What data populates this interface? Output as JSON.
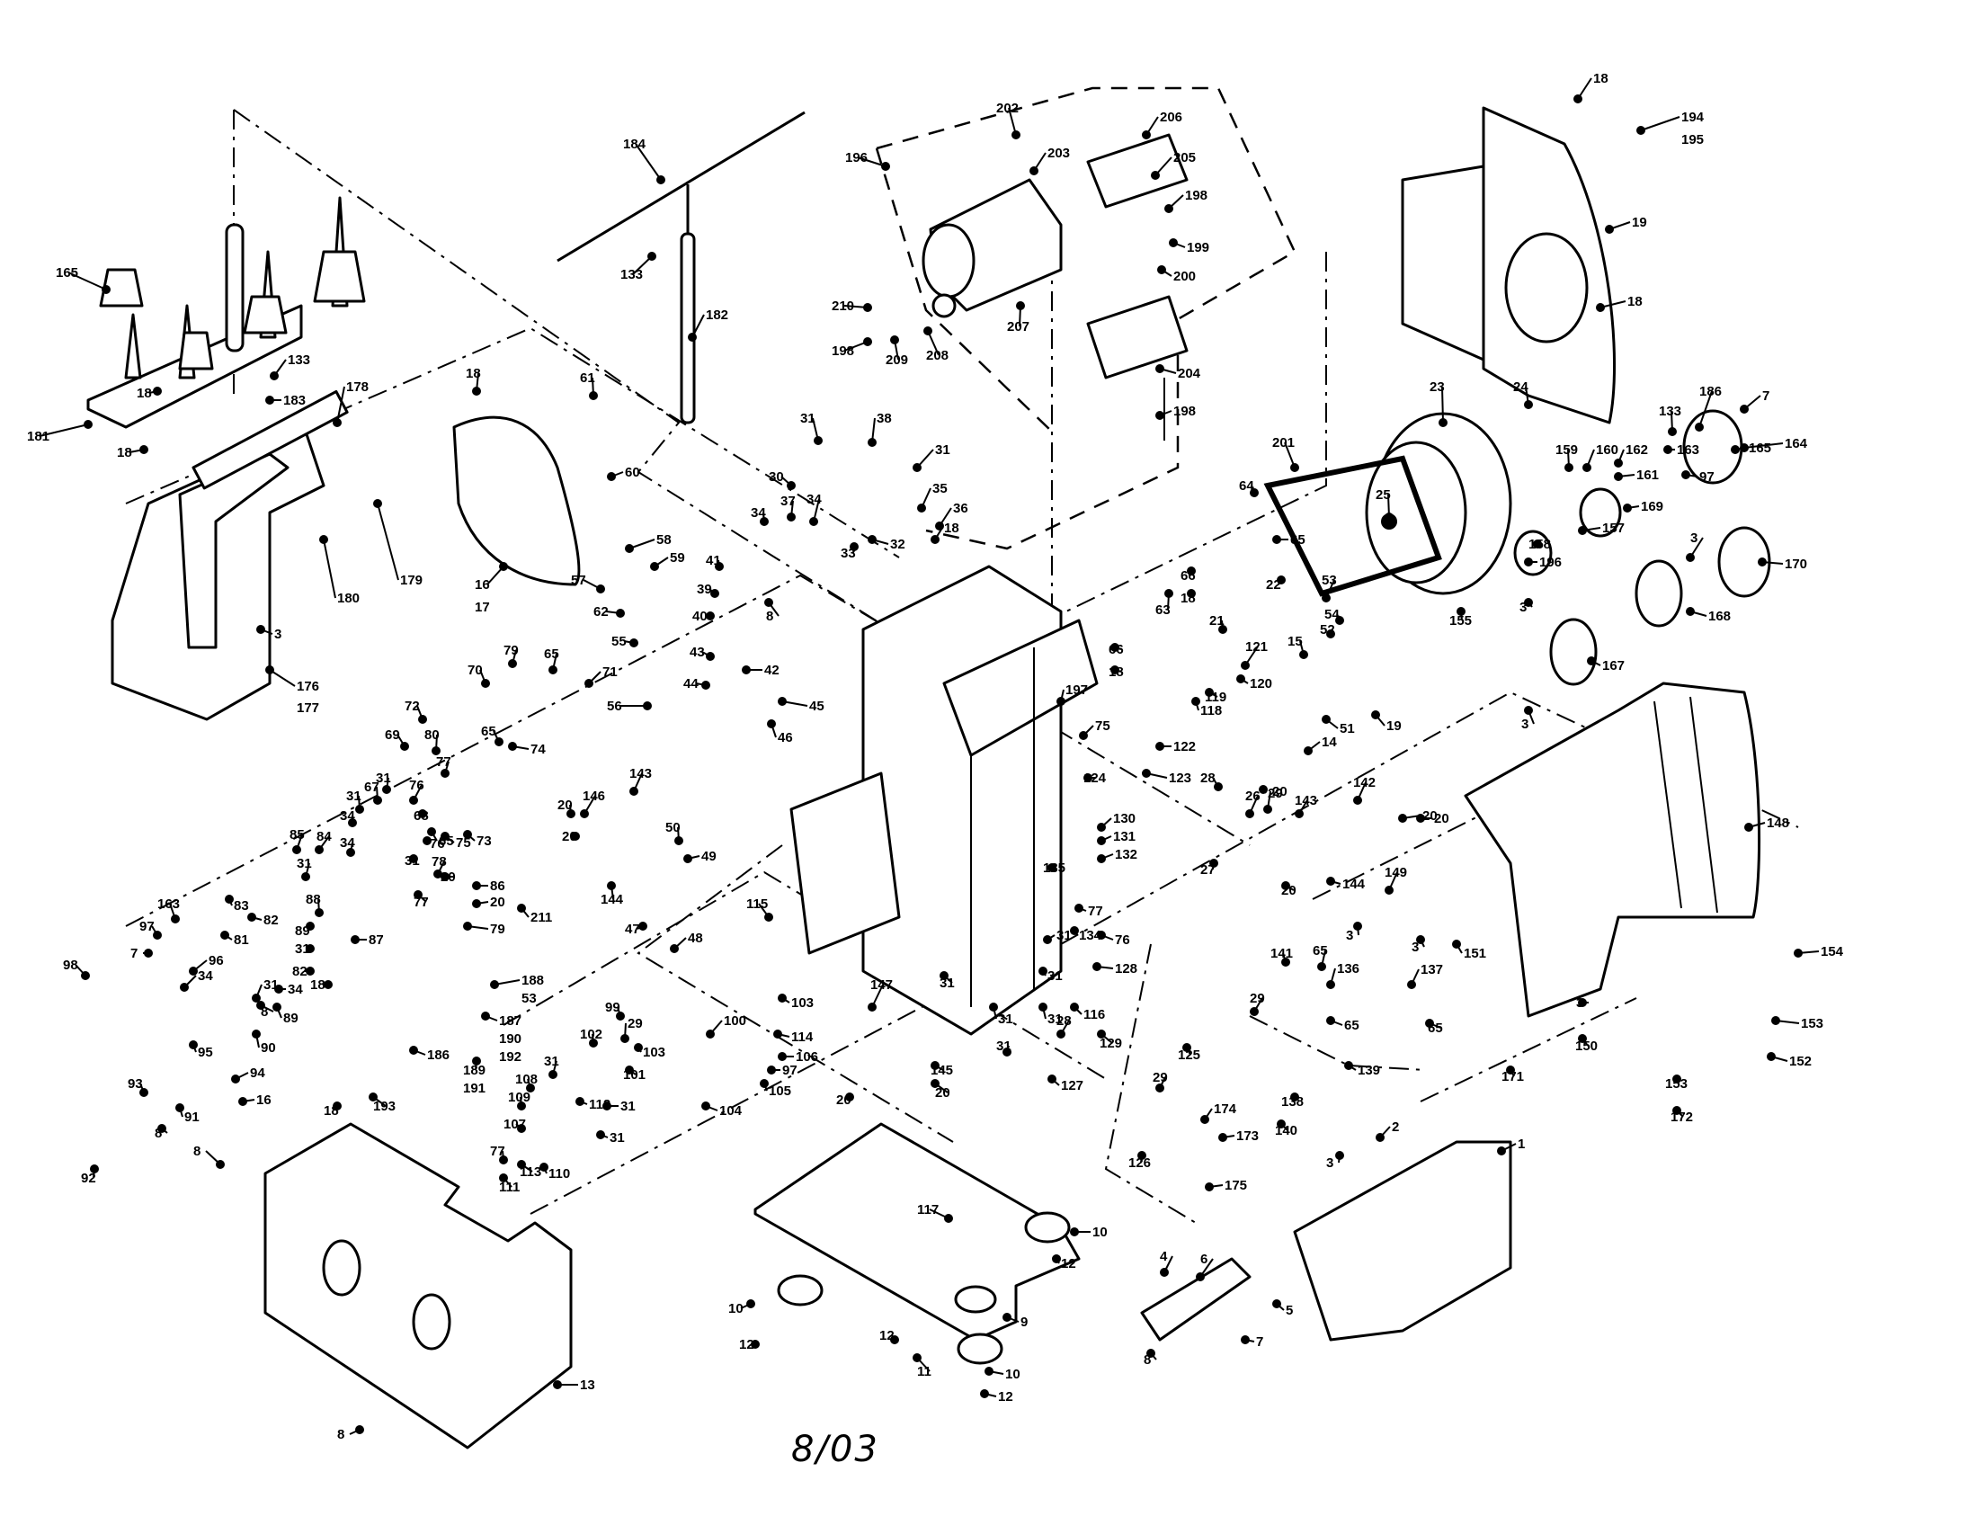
{
  "title": "Serger exploded parts diagram",
  "date_code": "8/03",
  "callouts": [
    {
      "id": "c1",
      "label": "165"
    },
    {
      "id": "c2",
      "label": "181"
    },
    {
      "id": "c3",
      "label": "133"
    },
    {
      "id": "c4",
      "label": "183"
    },
    {
      "id": "c5",
      "label": "178"
    },
    {
      "id": "c6",
      "label": "18"
    },
    {
      "id": "c7",
      "label": "18"
    },
    {
      "id": "c8",
      "label": "180"
    },
    {
      "id": "c9",
      "label": "179"
    },
    {
      "id": "c10",
      "label": "3"
    },
    {
      "id": "c11",
      "label": "176"
    },
    {
      "id": "c12",
      "label": "177"
    },
    {
      "id": "c13",
      "label": "184"
    },
    {
      "id": "c14",
      "label": "133"
    },
    {
      "id": "c15",
      "label": "182"
    },
    {
      "id": "c16",
      "label": "18"
    },
    {
      "id": "c17",
      "label": "16"
    },
    {
      "id": "c18",
      "label": "17"
    },
    {
      "id": "c19",
      "label": "61"
    },
    {
      "id": "c20",
      "label": "60"
    },
    {
      "id": "c21",
      "label": "58"
    },
    {
      "id": "c22",
      "label": "59"
    },
    {
      "id": "c23",
      "label": "57"
    },
    {
      "id": "c24",
      "label": "62"
    },
    {
      "id": "c25",
      "label": "55"
    },
    {
      "id": "c26",
      "label": "56"
    },
    {
      "id": "c27",
      "label": "196"
    },
    {
      "id": "c28",
      "label": "202"
    },
    {
      "id": "c29",
      "label": "203"
    },
    {
      "id": "c30",
      "label": "210"
    },
    {
      "id": "c31",
      "label": "198"
    },
    {
      "id": "c32",
      "label": "209"
    },
    {
      "id": "c33",
      "label": "208"
    },
    {
      "id": "c34",
      "label": "207"
    },
    {
      "id": "c35",
      "label": "206"
    },
    {
      "id": "c36",
      "label": "205"
    },
    {
      "id": "c37",
      "label": "198"
    },
    {
      "id": "c38",
      "label": "199"
    },
    {
      "id": "c39",
      "label": "200"
    },
    {
      "id": "c40",
      "label": "204"
    },
    {
      "id": "c41",
      "label": "198"
    },
    {
      "id": "c42",
      "label": "18"
    },
    {
      "id": "c43",
      "label": "194"
    },
    {
      "id": "c44",
      "label": "195"
    },
    {
      "id": "c45",
      "label": "19"
    },
    {
      "id": "c46",
      "label": "18"
    },
    {
      "id": "c47",
      "label": "31"
    },
    {
      "id": "c48",
      "label": "38"
    },
    {
      "id": "c49",
      "label": "31"
    },
    {
      "id": "c50",
      "label": "30"
    },
    {
      "id": "c51",
      "label": "34"
    },
    {
      "id": "c52",
      "label": "37"
    },
    {
      "id": "c53",
      "label": "34"
    },
    {
      "id": "c54",
      "label": "35"
    },
    {
      "id": "c55",
      "label": "36"
    },
    {
      "id": "c56",
      "label": "18"
    },
    {
      "id": "c57",
      "label": "32"
    },
    {
      "id": "c58",
      "label": "33"
    },
    {
      "id": "c59",
      "label": "41"
    },
    {
      "id": "c60",
      "label": "39"
    },
    {
      "id": "c61",
      "label": "40"
    },
    {
      "id": "c62",
      "label": "8"
    },
    {
      "id": "c63",
      "label": "43"
    },
    {
      "id": "c64",
      "label": "42"
    },
    {
      "id": "c65",
      "label": "44"
    },
    {
      "id": "c66",
      "label": "45"
    },
    {
      "id": "c67",
      "label": "46"
    },
    {
      "id": "c68",
      "label": "23"
    },
    {
      "id": "c69",
      "label": "24"
    },
    {
      "id": "c70",
      "label": "201"
    },
    {
      "id": "c71",
      "label": "64"
    },
    {
      "id": "c72",
      "label": "25"
    },
    {
      "id": "c73",
      "label": "65"
    },
    {
      "id": "c74",
      "label": "66"
    },
    {
      "id": "c75",
      "label": "18"
    },
    {
      "id": "c76",
      "label": "22"
    },
    {
      "id": "c77",
      "label": "63"
    },
    {
      "id": "c78",
      "label": "21"
    },
    {
      "id": "c79",
      "label": "66"
    },
    {
      "id": "c80",
      "label": "18"
    },
    {
      "id": "c81",
      "label": "53"
    },
    {
      "id": "c82",
      "label": "54"
    },
    {
      "id": "c83",
      "label": "52"
    },
    {
      "id": "c84",
      "label": "15"
    },
    {
      "id": "c85",
      "label": "121"
    },
    {
      "id": "c86",
      "label": "120"
    },
    {
      "id": "c87",
      "label": "119"
    },
    {
      "id": "c88",
      "label": "118"
    },
    {
      "id": "c89",
      "label": "51"
    },
    {
      "id": "c90",
      "label": "19"
    },
    {
      "id": "c91",
      "label": "14"
    },
    {
      "id": "c92",
      "label": "197"
    },
    {
      "id": "c93",
      "label": "75"
    },
    {
      "id": "c94",
      "label": "122"
    },
    {
      "id": "c95",
      "label": "123"
    },
    {
      "id": "c96",
      "label": "124"
    },
    {
      "id": "c97",
      "label": "28"
    },
    {
      "id": "c98",
      "label": "29"
    },
    {
      "id": "c99",
      "label": "20"
    },
    {
      "id": "c100",
      "label": "159"
    },
    {
      "id": "c101",
      "label": "160"
    },
    {
      "id": "c102",
      "label": "162"
    },
    {
      "id": "c103",
      "label": "133"
    },
    {
      "id": "c104",
      "label": "186"
    },
    {
      "id": "c105",
      "label": "7"
    },
    {
      "id": "c106",
      "label": "164"
    },
    {
      "id": "c107",
      "label": "163"
    },
    {
      "id": "c108",
      "label": "165"
    },
    {
      "id": "c109",
      "label": "161"
    },
    {
      "id": "c110",
      "label": "97"
    },
    {
      "id": "c111",
      "label": "169"
    },
    {
      "id": "c112",
      "label": "157"
    },
    {
      "id": "c113",
      "label": "158"
    },
    {
      "id": "c114",
      "label": "196"
    },
    {
      "id": "c115",
      "label": "3"
    },
    {
      "id": "c116",
      "label": "170"
    },
    {
      "id": "c117",
      "label": "155"
    },
    {
      "id": "c118",
      "label": "3"
    },
    {
      "id": "c119",
      "label": "168"
    },
    {
      "id": "c120",
      "label": "167"
    },
    {
      "id": "c121",
      "label": "3"
    },
    {
      "id": "c122",
      "label": "148"
    },
    {
      "id": "c123",
      "label": "79"
    },
    {
      "id": "c124",
      "label": "65"
    },
    {
      "id": "c125",
      "label": "71"
    },
    {
      "id": "c126",
      "label": "70"
    },
    {
      "id": "c127",
      "label": "72"
    },
    {
      "id": "c128",
      "label": "65"
    },
    {
      "id": "c129",
      "label": "74"
    },
    {
      "id": "c130",
      "label": "69"
    },
    {
      "id": "c131",
      "label": "80"
    },
    {
      "id": "c132",
      "label": "77"
    },
    {
      "id": "c133",
      "label": "31"
    },
    {
      "id": "c134",
      "label": "67"
    },
    {
      "id": "c135",
      "label": "76"
    },
    {
      "id": "c136",
      "label": "31"
    },
    {
      "id": "c137",
      "label": "34"
    },
    {
      "id": "c138",
      "label": "68"
    },
    {
      "id": "c139",
      "label": "65"
    },
    {
      "id": "c140",
      "label": "75"
    },
    {
      "id": "c141",
      "label": "73"
    },
    {
      "id": "c142",
      "label": "85"
    },
    {
      "id": "c143",
      "label": "84"
    },
    {
      "id": "c144",
      "label": "31"
    },
    {
      "id": "c145",
      "label": "34"
    },
    {
      "id": "c146",
      "label": "76"
    },
    {
      "id": "c147",
      "label": "31"
    },
    {
      "id": "c148",
      "label": "78"
    },
    {
      "id": "c149",
      "label": "20"
    },
    {
      "id": "c150",
      "label": "86"
    },
    {
      "id": "c151",
      "label": "20"
    },
    {
      "id": "c152",
      "label": "79"
    },
    {
      "id": "c153",
      "label": "77"
    },
    {
      "id": "c154",
      "label": "211"
    },
    {
      "id": "c155",
      "label": "146"
    },
    {
      "id": "c156",
      "label": "143"
    },
    {
      "id": "c157",
      "label": "20"
    },
    {
      "id": "c158",
      "label": "20"
    },
    {
      "id": "c159",
      "label": "144"
    },
    {
      "id": "c160",
      "label": "50"
    },
    {
      "id": "c161",
      "label": "49"
    },
    {
      "id": "c162",
      "label": "47"
    },
    {
      "id": "c163",
      "label": "48"
    },
    {
      "id": "c164",
      "label": "115"
    },
    {
      "id": "c165",
      "label": "163"
    },
    {
      "id": "c166",
      "label": "97"
    },
    {
      "id": "c167",
      "label": "7"
    },
    {
      "id": "c168",
      "label": "83"
    },
    {
      "id": "c169",
      "label": "82"
    },
    {
      "id": "c170",
      "label": "81"
    },
    {
      "id": "c171",
      "label": "88"
    },
    {
      "id": "c172",
      "label": "89"
    },
    {
      "id": "c173",
      "label": "31"
    },
    {
      "id": "c174",
      "label": "87"
    },
    {
      "id": "c175",
      "label": "82"
    },
    {
      "id": "c176",
      "label": "18"
    },
    {
      "id": "c177",
      "label": "98"
    },
    {
      "id": "c178",
      "label": "96"
    },
    {
      "id": "c179",
      "label": "34"
    },
    {
      "id": "c180",
      "label": "31"
    },
    {
      "id": "c181",
      "label": "8"
    },
    {
      "id": "c182",
      "label": "34"
    },
    {
      "id": "c183",
      "label": "89"
    },
    {
      "id": "c184",
      "label": "90"
    },
    {
      "id": "c185",
      "label": "95"
    },
    {
      "id": "c186",
      "label": "188"
    },
    {
      "id": "c187",
      "label": "53"
    },
    {
      "id": "c188",
      "label": "187"
    },
    {
      "id": "c189",
      "label": "190"
    },
    {
      "id": "c190",
      "label": "192"
    },
    {
      "id": "c191",
      "label": "189"
    },
    {
      "id": "c192",
      "label": "191"
    },
    {
      "id": "c193",
      "label": "186"
    },
    {
      "id": "c194",
      "label": "93"
    },
    {
      "id": "c195",
      "label": "94"
    },
    {
      "id": "c196",
      "label": "91"
    },
    {
      "id": "c197",
      "label": "16"
    },
    {
      "id": "c198",
      "label": "92"
    },
    {
      "id": "c199",
      "label": "8"
    },
    {
      "id": "c200",
      "label": "18"
    },
    {
      "id": "c201",
      "label": "193"
    },
    {
      "id": "c202",
      "label": "99"
    },
    {
      "id": "c203",
      "label": "102"
    },
    {
      "id": "c204",
      "label": "29"
    },
    {
      "id": "c205",
      "label": "31"
    },
    {
      "id": "c206",
      "label": "100"
    },
    {
      "id": "c207",
      "label": "103"
    },
    {
      "id": "c208",
      "label": "101"
    },
    {
      "id": "c209",
      "label": "108"
    },
    {
      "id": "c210",
      "label": "109"
    },
    {
      "id": "c211",
      "label": "107"
    },
    {
      "id": "c212",
      "label": "112"
    },
    {
      "id": "c213",
      "label": "31"
    },
    {
      "id": "c214",
      "label": "31"
    },
    {
      "id": "c215",
      "label": "77"
    },
    {
      "id": "c216",
      "label": "113"
    },
    {
      "id": "c217",
      "label": "110"
    },
    {
      "id": "c218",
      "label": "111"
    },
    {
      "id": "c219",
      "label": "8"
    },
    {
      "id": "c220",
      "label": "13"
    },
    {
      "id": "c221",
      "label": "8"
    },
    {
      "id": "c222",
      "label": "104"
    },
    {
      "id": "c223",
      "label": "105"
    },
    {
      "id": "c224",
      "label": "97"
    },
    {
      "id": "c225",
      "label": "106"
    },
    {
      "id": "c226",
      "label": "114"
    },
    {
      "id": "c227",
      "label": "103"
    },
    {
      "id": "c228",
      "label": "147"
    },
    {
      "id": "c229",
      "label": "20"
    },
    {
      "id": "c230",
      "label": "145"
    },
    {
      "id": "c231",
      "label": "20"
    },
    {
      "id": "c232",
      "label": "31"
    },
    {
      "id": "c233",
      "label": "31"
    },
    {
      "id": "c234",
      "label": "31"
    },
    {
      "id": "c235",
      "label": "116"
    },
    {
      "id": "c236",
      "label": "31"
    },
    {
      "id": "c237",
      "label": "31"
    },
    {
      "id": "c238",
      "label": "130"
    },
    {
      "id": "c239",
      "label": "131"
    },
    {
      "id": "c240",
      "label": "132"
    },
    {
      "id": "c241",
      "label": "135"
    },
    {
      "id": "c242",
      "label": "77"
    },
    {
      "id": "c243",
      "label": "134"
    },
    {
      "id": "c244",
      "label": "76"
    },
    {
      "id": "c245",
      "label": "128"
    },
    {
      "id": "c246",
      "label": "129"
    },
    {
      "id": "c247",
      "label": "28"
    },
    {
      "id": "c248",
      "label": "31"
    },
    {
      "id": "c249",
      "label": "127"
    },
    {
      "id": "c250",
      "label": "117"
    },
    {
      "id": "c251",
      "label": "9"
    },
    {
      "id": "c252",
      "label": "10"
    },
    {
      "id": "c253",
      "label": "12"
    },
    {
      "id": "c254",
      "label": "10"
    },
    {
      "id": "c255",
      "label": "12"
    },
    {
      "id": "c256",
      "label": "12"
    },
    {
      "id": "c257",
      "label": "11"
    },
    {
      "id": "c258",
      "label": "10"
    },
    {
      "id": "c259",
      "label": "12"
    },
    {
      "id": "c260",
      "label": "27"
    },
    {
      "id": "c261",
      "label": "26"
    },
    {
      "id": "c262",
      "label": "20"
    },
    {
      "id": "c263",
      "label": "143"
    },
    {
      "id": "c264",
      "label": "142"
    },
    {
      "id": "c265",
      "label": "20"
    },
    {
      "id": "c266",
      "label": "20"
    },
    {
      "id": "c267",
      "label": "144"
    },
    {
      "id": "c268",
      "label": "149"
    },
    {
      "id": "c269",
      "label": "3"
    },
    {
      "id": "c270",
      "label": "3"
    },
    {
      "id": "c271",
      "label": "151"
    },
    {
      "id": "c272",
      "label": "141"
    },
    {
      "id": "c273",
      "label": "65"
    },
    {
      "id": "c274",
      "label": "136"
    },
    {
      "id": "c275",
      "label": "137"
    },
    {
      "id": "c276",
      "label": "65"
    },
    {
      "id": "c277",
      "label": "65"
    },
    {
      "id": "c278",
      "label": "29"
    },
    {
      "id": "c279",
      "label": "125"
    },
    {
      "id": "c280",
      "label": "139"
    },
    {
      "id": "c281",
      "label": "138"
    },
    {
      "id": "c282",
      "label": "140"
    },
    {
      "id": "c283",
      "label": "29"
    },
    {
      "id": "c284",
      "label": "126"
    },
    {
      "id": "c285",
      "label": "174"
    },
    {
      "id": "c286",
      "label": "173"
    },
    {
      "id": "c287",
      "label": "175"
    },
    {
      "id": "c288",
      "label": "171"
    },
    {
      "id": "c289",
      "label": "3"
    },
    {
      "id": "c290",
      "label": "150"
    },
    {
      "id": "c291",
      "label": "154"
    },
    {
      "id": "c292",
      "label": "153"
    },
    {
      "id": "c293",
      "label": "152"
    },
    {
      "id": "c294",
      "label": "153"
    },
    {
      "id": "c295",
      "label": "172"
    },
    {
      "id": "c296",
      "label": "3"
    },
    {
      "id": "c297",
      "label": "2"
    },
    {
      "id": "c298",
      "label": "1"
    },
    {
      "id": "c299",
      "label": "4"
    },
    {
      "id": "c300",
      "label": "6"
    },
    {
      "id": "c301",
      "label": "5"
    },
    {
      "id": "c302",
      "label": "8"
    },
    {
      "id": "c303",
      "label": "7"
    }
  ]
}
